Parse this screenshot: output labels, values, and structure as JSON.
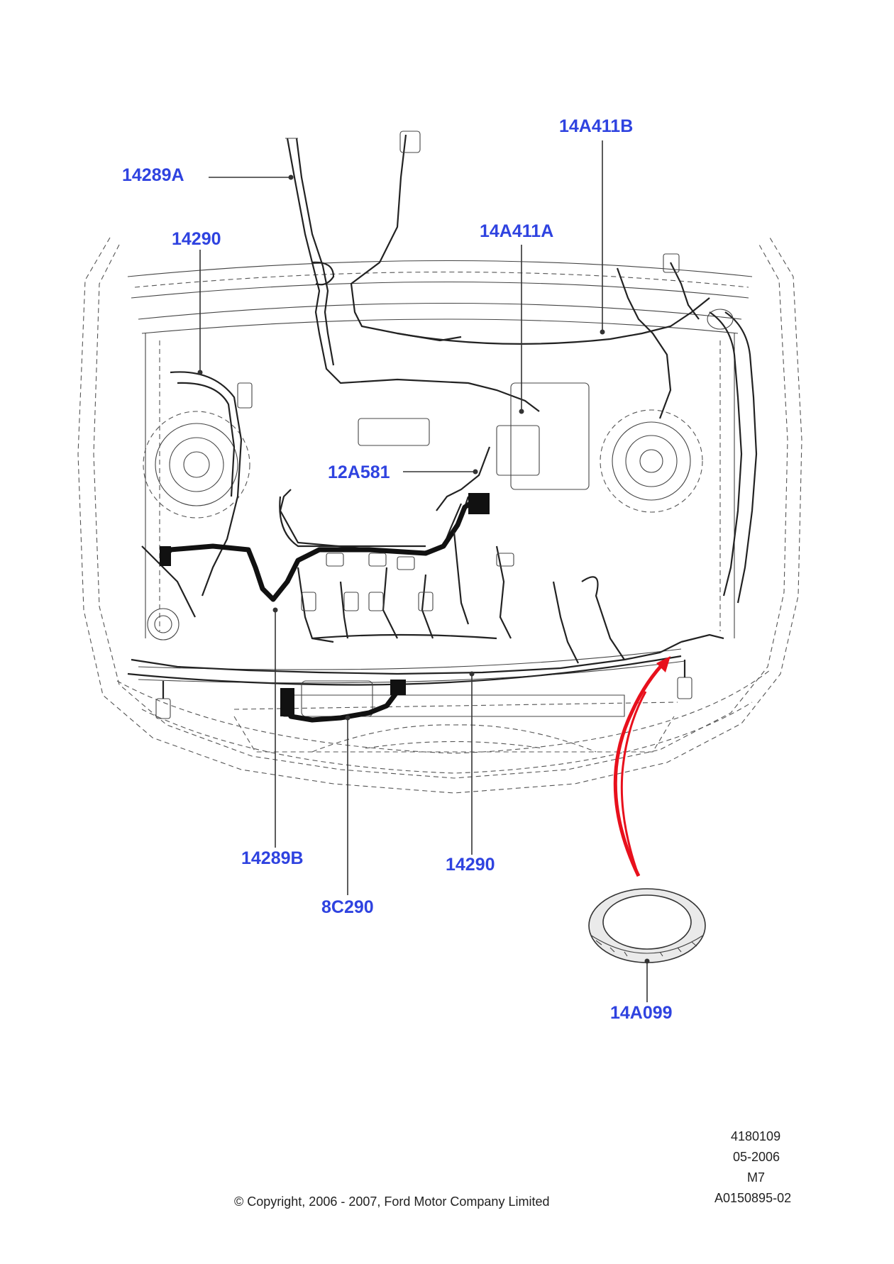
{
  "labels": {
    "p14289A": "14289A",
    "p14290_top": "14290",
    "p14A411B": "14A411B",
    "p14A411A": "14A411A",
    "p12A581": "12A581",
    "p14289B": "14289B",
    "p14290_bottom": "14290",
    "p8C290": "8C290",
    "p14A099": "14A099"
  },
  "footer": {
    "ref_number": "4180109",
    "date": "05-2006",
    "model": "M7",
    "illustration_id": "A0150895-02",
    "copyright": "© Copyright, 2006 - 2007, Ford Motor Company Limited"
  },
  "colors": {
    "label_blue": "#2f43e0",
    "arrow_red": "#e8101c",
    "line_dark": "#222222"
  }
}
